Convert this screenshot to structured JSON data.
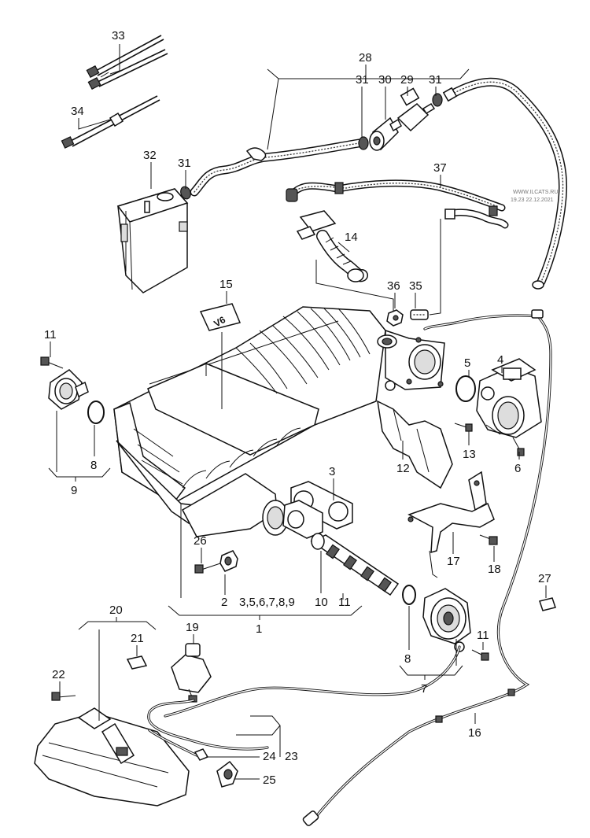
{
  "watermark": {
    "line1": "WWW.ILCATS.RU",
    "line2": "19.23 22.12.2021"
  },
  "engine_badge": "V6",
  "callouts": {
    "c1": "1",
    "c2": "2",
    "c1_list": "3,5,6,7,8,9",
    "c3": "3",
    "c4": "4",
    "c5": "5",
    "c6": "6",
    "c7": "7",
    "c8a": "8",
    "c8b": "8",
    "c9": "9",
    "c10": "10",
    "c11a": "11",
    "c11b": "11",
    "c11c": "11",
    "c12": "12",
    "c13": "13",
    "c14": "14",
    "c15": "15",
    "c16": "16",
    "c17": "17",
    "c18": "18",
    "c19": "19",
    "c20": "20",
    "c21": "21",
    "c22": "22",
    "c23": "23",
    "c24": "24",
    "c25": "25",
    "c26": "26",
    "c27": "27",
    "c28": "28",
    "c29": "29",
    "c30": "30",
    "c31a": "31",
    "c31b": "31",
    "c31c": "31",
    "c32": "32",
    "c33": "33",
    "c34": "34",
    "c35": "35",
    "c36": "36",
    "c37": "37"
  }
}
